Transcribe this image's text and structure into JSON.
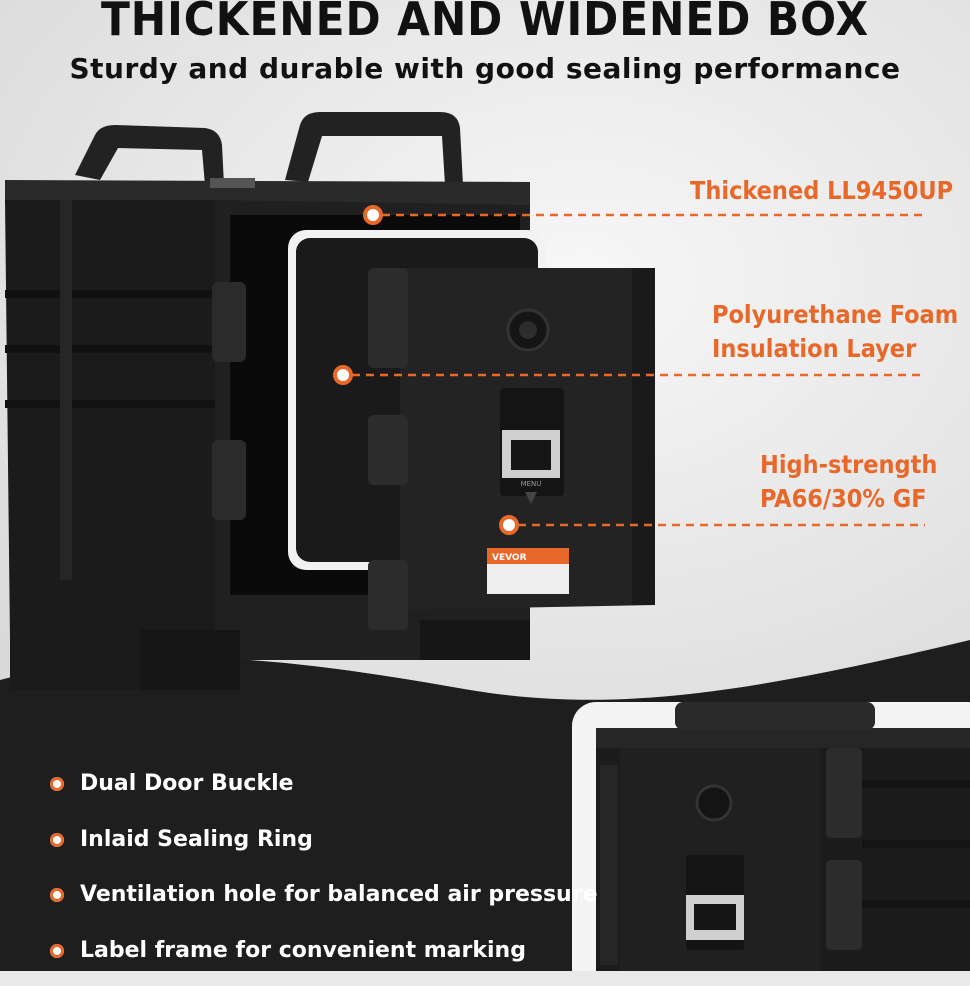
{
  "header": {
    "title": "THICKENED AND WIDENED BOX",
    "subtitle": "Sturdy and durable with good sealing performance"
  },
  "callouts": [
    {
      "lines": [
        "Thickened LL9450UP"
      ]
    },
    {
      "lines": [
        "Polyurethane Foam",
        "Insulation Layer"
      ]
    },
    {
      "lines": [
        "High-strength",
        "PA66/30% GF"
      ]
    }
  ],
  "features": [
    "Dual Door Buckle",
    "Inlaid Sealing Ring",
    "Ventilation hole for balanced air pressure",
    "Label frame for convenient marking"
  ],
  "product": {
    "brand_label": "VEVOR",
    "door_label": "MENU"
  },
  "colors": {
    "accent": "#e8682a",
    "box": "#1b1b1b",
    "text_dark": "#111111",
    "text_light": "#ffffff",
    "background_dark": "#1e1e1e"
  }
}
